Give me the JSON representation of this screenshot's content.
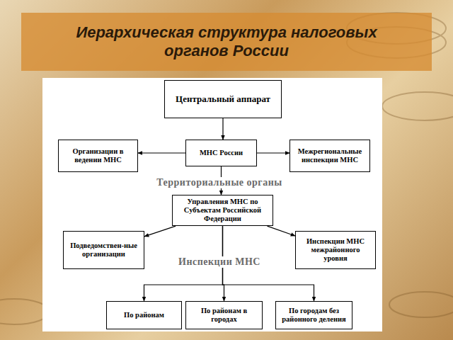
{
  "diagram": {
    "title": "Иерархическая структура налоговых органов России",
    "nodes": [
      {
        "text": [
          "Центральный аппарат"
        ]
      },
      {
        "text": [
          "Организации в ведении МНС"
        ]
      },
      {
        "text": [
          "МНС России"
        ]
      },
      {
        "text": [
          "Межрегиональные инспекции МНС"
        ]
      },
      {
        "text": [
          "Управления МНС по Субъектам Российской Федерации"
        ]
      },
      {
        "text": [
          "Подведомствен-ные организации"
        ]
      },
      {
        "text": [
          "Инспекции МНС межрайонного уровня"
        ]
      },
      {
        "text": [
          "По районам"
        ]
      },
      {
        "text": [
          "По районам в городах"
        ]
      },
      {
        "text": [
          "По городам без районного деления"
        ]
      }
    ],
    "edges": [
      {
        "from": 0,
        "to": 2,
        "arrow": "to"
      },
      {
        "from": 2,
        "to": 1,
        "arrow": "to"
      },
      {
        "from": 2,
        "to": 3,
        "arrow": "to"
      },
      {
        "from": 2,
        "to": 4,
        "arrow": "to"
      },
      {
        "from": 4,
        "to": 5,
        "arrow": "to"
      },
      {
        "from": 4,
        "to": 6,
        "arrow": "to"
      },
      {
        "from": 4,
        "to": 7,
        "arrow": "to"
      },
      {
        "from": 4,
        "to": 8,
        "arrow": "to"
      },
      {
        "from": 4,
        "to": 9,
        "arrow": "to"
      }
    ],
    "labels": [
      "Территориальные органы",
      "Инспекции МНС"
    ]
  }
}
